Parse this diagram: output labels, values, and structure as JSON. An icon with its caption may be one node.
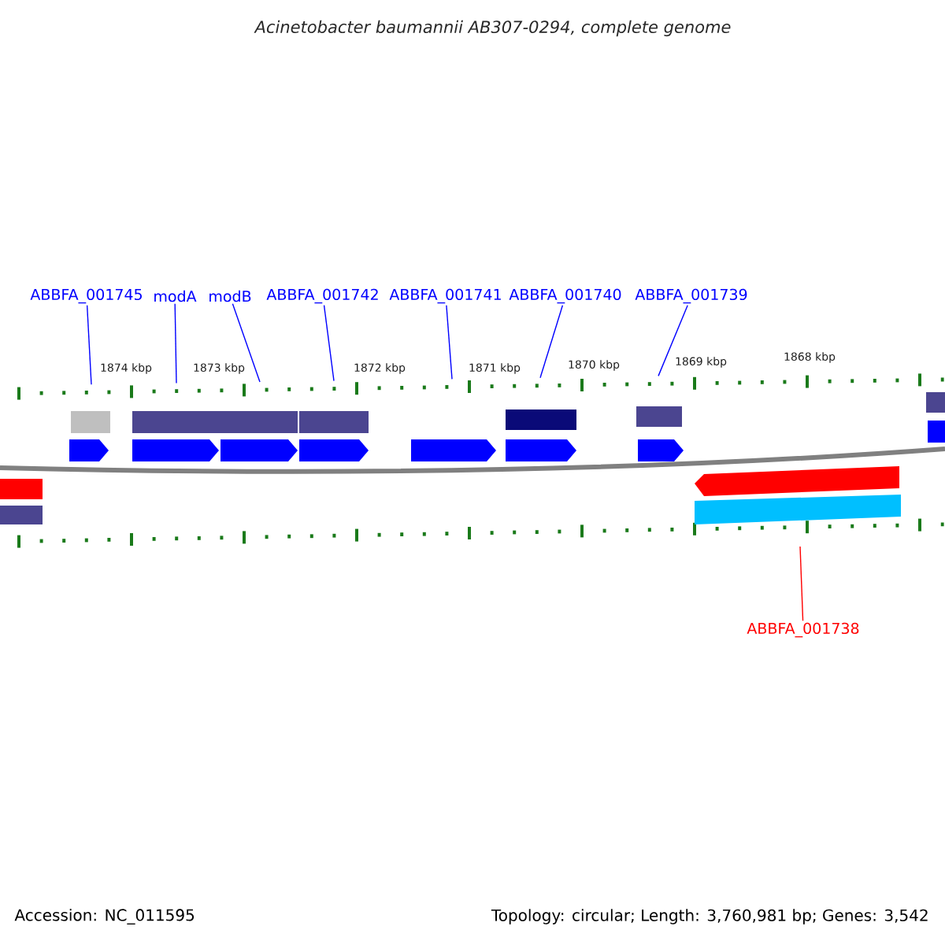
{
  "diagram": {
    "title": "Acinetobacter baumannii AB307-0294, complete genome",
    "nodes": [
      {
        "text": [
          "ABBFA_001745"
        ]
      },
      {
        "text": [
          "modA"
        ]
      },
      {
        "text": [
          "modB"
        ]
      },
      {
        "text": [
          "ABBFA_001742"
        ]
      },
      {
        "text": [
          "ABBFA_001741"
        ]
      },
      {
        "text": [
          "ABBFA_001740"
        ]
      },
      {
        "text": [
          "ABBFA_001739"
        ]
      },
      {
        "text": [
          "ABBFA_001738"
        ]
      }
    ],
    "edges": [
      {
        "from": 0,
        "to": null,
        "arrow": "none"
      },
      {
        "from": 1,
        "to": null,
        "arrow": "none"
      },
      {
        "from": 2,
        "to": null,
        "arrow": "none"
      },
      {
        "from": 3,
        "to": null,
        "arrow": "none"
      },
      {
        "from": 4,
        "to": null,
        "arrow": "none"
      },
      {
        "from": 5,
        "to": null,
        "arrow": "none"
      },
      {
        "from": 6,
        "to": null,
        "arrow": "none"
      },
      {
        "from": 7,
        "to": null,
        "arrow": "none",
        "color": "#ff0000"
      }
    ],
    "labels": [
      "1874 kbp",
      "1873 kbp",
      "1872 kbp",
      "1871 kbp",
      "1870 kbp",
      "1869 kbp",
      "1868 kbp",
      "Accession: NC_011595",
      "Topology: circular; Length: 3,760,981 bp; Genes: 3,542"
    ]
  }
}
